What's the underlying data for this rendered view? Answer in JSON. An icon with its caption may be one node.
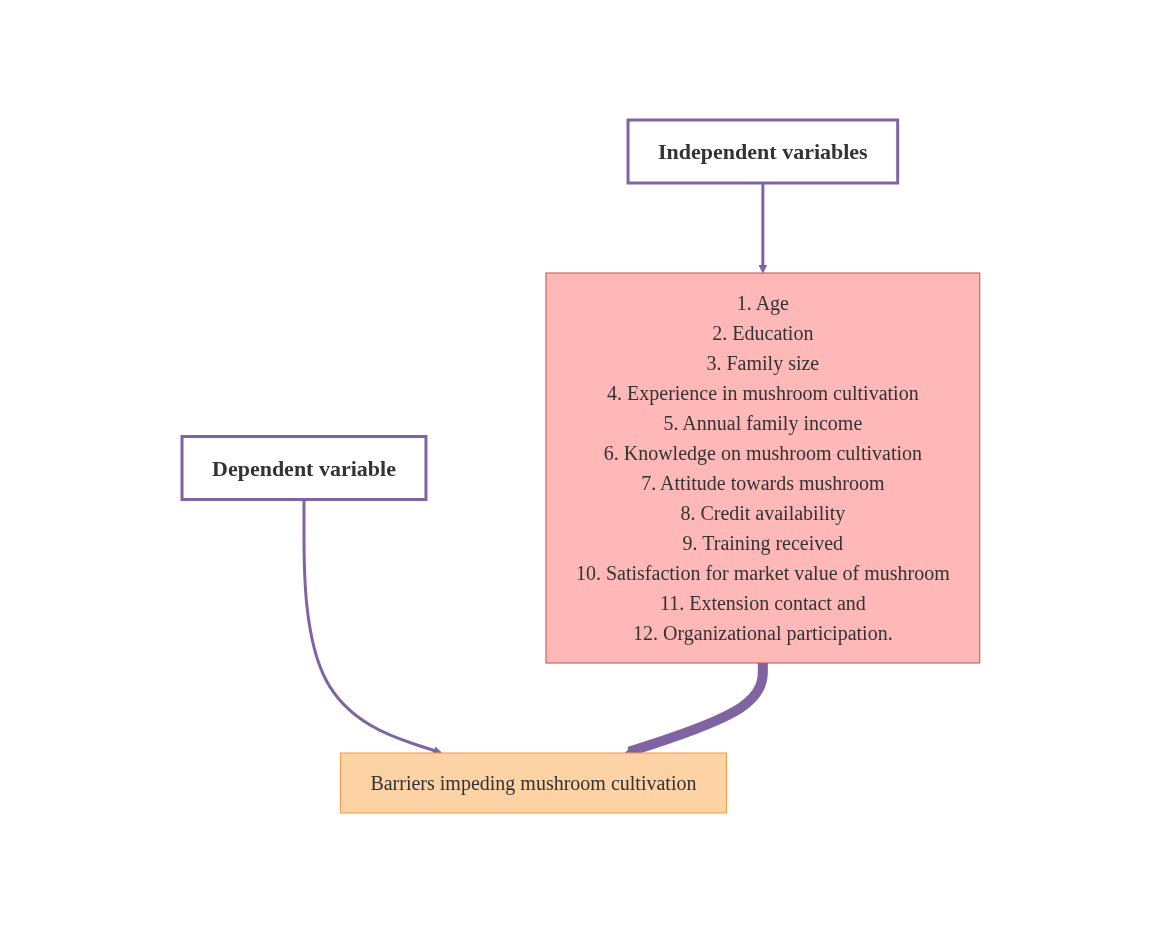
{
  "diagram": {
    "nodes": [
      {
        "text": [
          "Independent variables"
        ]
      },
      {
        "text": [
          "1. Age",
          "2. Education",
          "3. Family size",
          "4. Experience in mushroom cultivation",
          "5. Annual family income",
          "6. Knowledge on mushroom cultivation",
          "7. Attitude towards mushroom",
          "8. Credit availability",
          "9. Training received",
          "10. Satisfaction for market value of mushroom",
          "11. Extension contact and",
          "12. Organizational participation."
        ]
      },
      {
        "text": [
          "Dependent variable"
        ]
      },
      {
        "text": [
          "Barriers impeding mushroom cultivation"
        ]
      }
    ],
    "edges": [
      {
        "from": 0,
        "to": 1,
        "arrow": "to"
      },
      {
        "from": 2,
        "to": 3,
        "arrow": "to"
      },
      {
        "from": 1,
        "to": 3,
        "arrow": "to",
        "style": "thick"
      }
    ]
  }
}
